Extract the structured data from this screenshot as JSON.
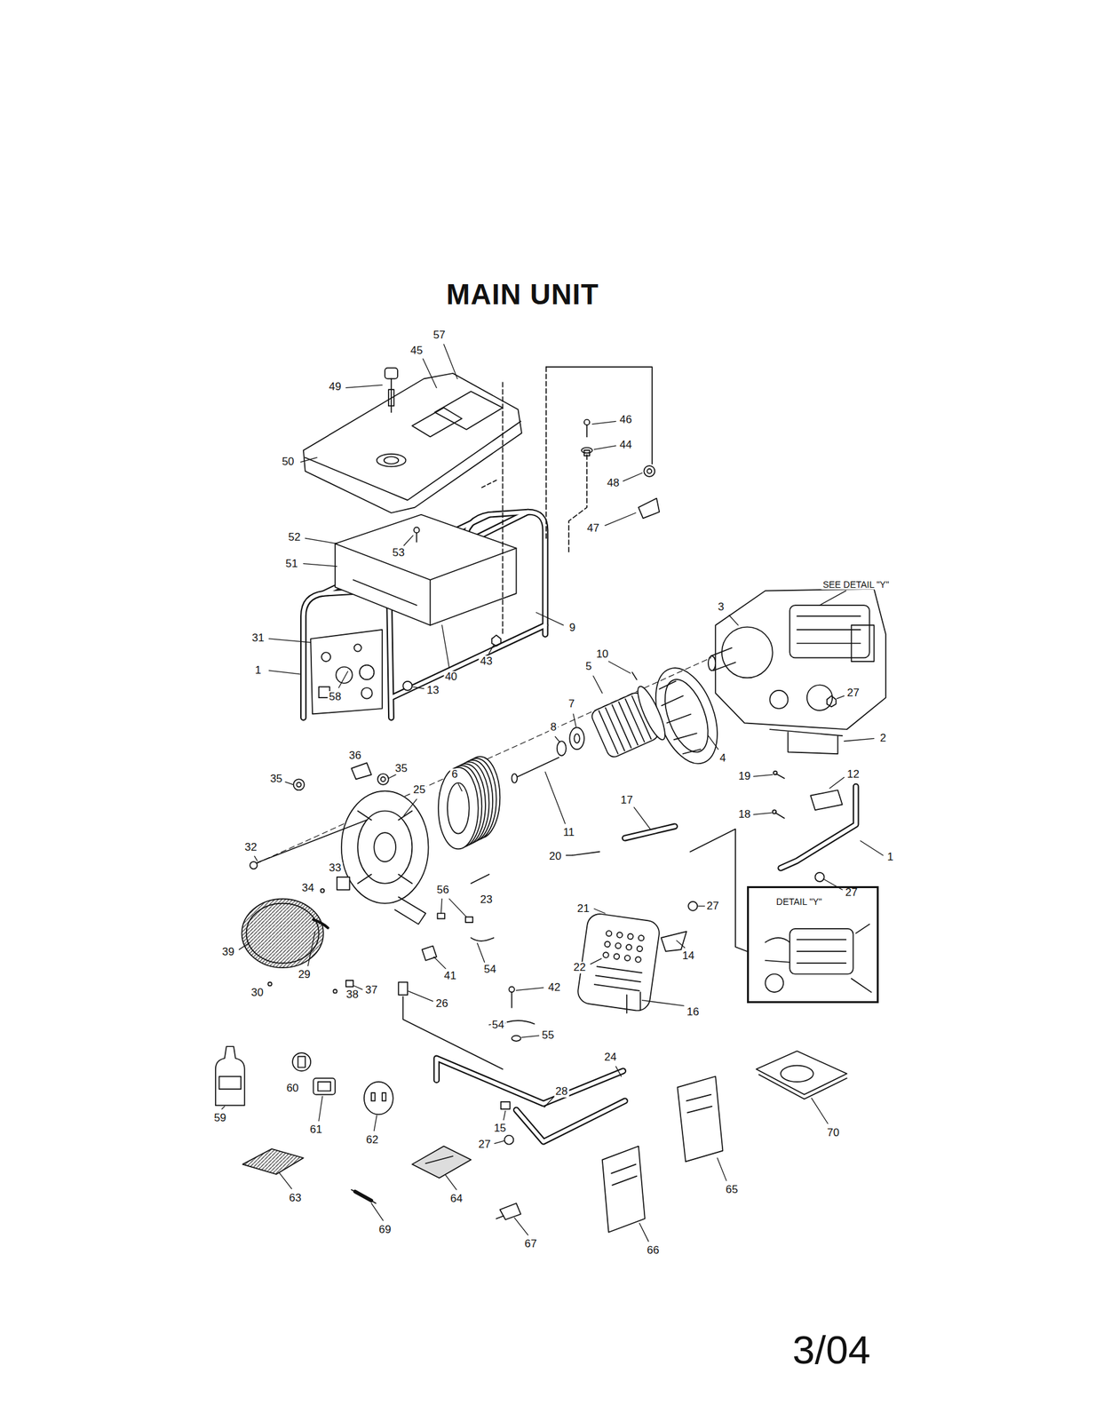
{
  "diagram": {
    "title": "MAIN UNIT",
    "nodes": [
      {
        "text": [
          "DETAIL \"Y\""
        ]
      }
    ],
    "labels": [
      "57",
      "45",
      "49",
      "50",
      "46",
      "44",
      "48",
      "47",
      "52",
      "53",
      "51",
      "9",
      "43",
      "31",
      "1",
      "40",
      "13",
      "58",
      "10",
      "5",
      "3",
      "SEE DETAIL \"Y\"",
      "27",
      "7",
      "8",
      "2",
      "4",
      "36",
      "35",
      "35",
      "6",
      "12",
      "19",
      "25",
      "17",
      "18",
      "11",
      "32",
      "20",
      "1",
      "33",
      "34",
      "56",
      "27",
      "23",
      "27",
      "21",
      "39",
      "14",
      "22",
      "54",
      "29",
      "41",
      "42",
      "37",
      "30",
      "38",
      "26",
      "16",
      "54",
      "55",
      "24",
      "60",
      "28",
      "59",
      "15",
      "61",
      "70",
      "62",
      "27",
      "65",
      "63",
      "64",
      "69",
      "67",
      "66",
      "3/04"
    ]
  }
}
